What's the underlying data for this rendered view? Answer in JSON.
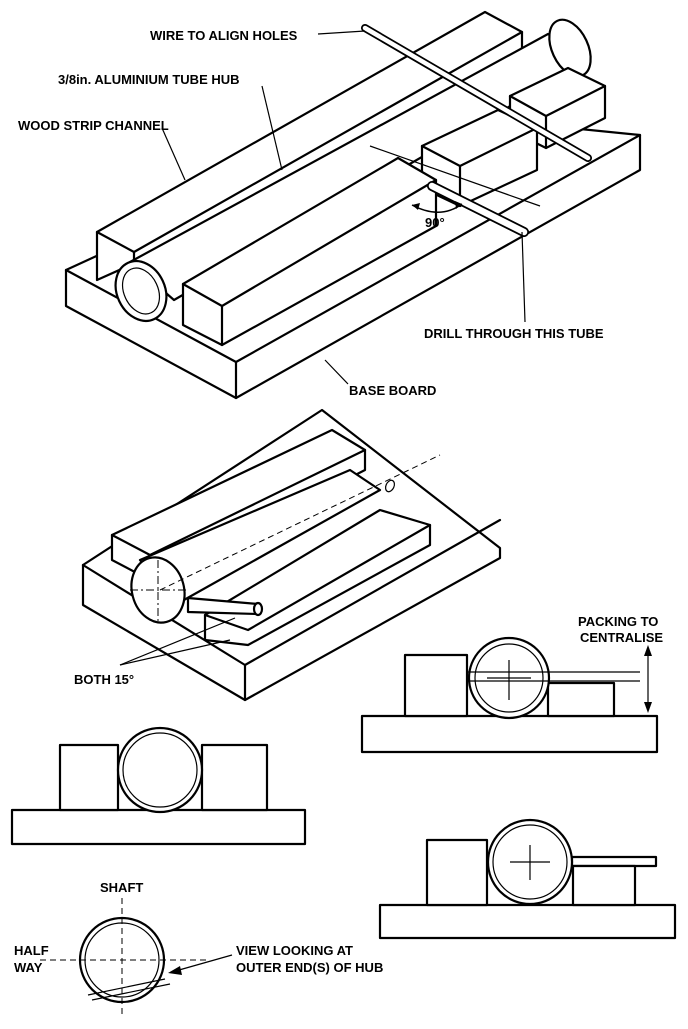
{
  "labels": {
    "wire_align": "WIRE TO ALIGN HOLES",
    "tube_hub": "3/8in. ALUMINIUM TUBE HUB",
    "wood_strip": "WOOD STRIP CHANNEL",
    "angle_90": "90°",
    "drill_through": "DRILL THROUGH THIS TUBE",
    "base_board": "BASE BOARD",
    "both_15": "BOTH 15°",
    "packing_line1": "PACKING TO",
    "packing_line2": "CENTRALISE",
    "shaft": "SHAFT",
    "half_line1": "HALF",
    "half_line2": "WAY",
    "view_line1": "VIEW LOOKING AT",
    "view_line2": "OUTER END(S) OF HUB"
  }
}
